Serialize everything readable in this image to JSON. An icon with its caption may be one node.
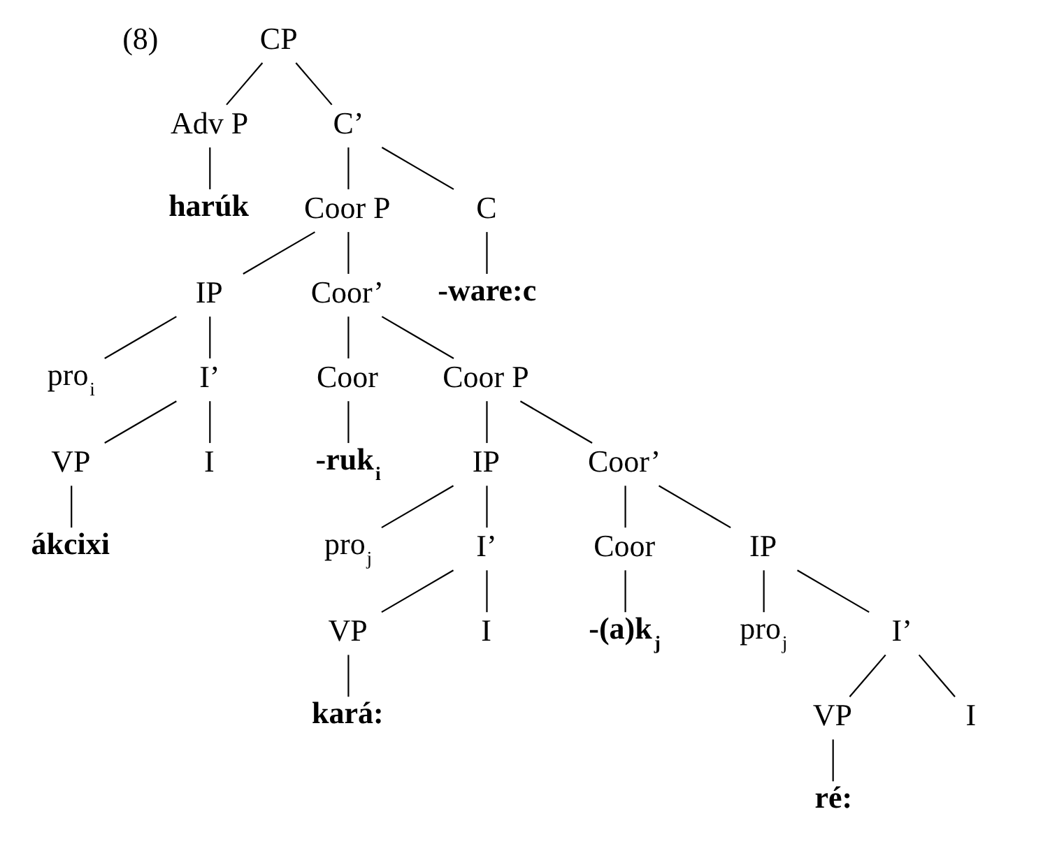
{
  "diagram": {
    "nodes": [
      {
        "text": [
          "CP"
        ]
      },
      {
        "text": [
          "Adv P"
        ]
      },
      {
        "text": [
          "harúk"
        ]
      },
      {
        "text": [
          "C’"
        ]
      },
      {
        "text": [
          "Coor P"
        ]
      },
      {
        "text": [
          "C"
        ]
      },
      {
        "text": [
          "IP"
        ]
      },
      {
        "text": [
          "Coor’"
        ]
      },
      {
        "text": [
          "-ware:c"
        ]
      },
      {
        "text": [
          "pro$_{i}$"
        ]
      },
      {
        "text": [
          "I’"
        ]
      },
      {
        "text": [
          "Coor"
        ]
      },
      {
        "text": [
          "Coor P"
        ]
      },
      {
        "text": [
          "VP"
        ]
      },
      {
        "text": [
          "I"
        ]
      },
      {
        "text": [
          "-ruk$_{i}$"
        ]
      },
      {
        "text": [
          "IP"
        ]
      },
      {
        "text": [
          "Coor’"
        ]
      },
      {
        "text": [
          "ákcixi"
        ]
      },
      {
        "text": [
          "pro$_{j}$"
        ]
      },
      {
        "text": [
          "I’"
        ]
      },
      {
        "text": [
          "Coor"
        ]
      },
      {
        "text": [
          "IP"
        ]
      },
      {
        "text": [
          "VP"
        ]
      },
      {
        "text": [
          "I"
        ]
      },
      {
        "text": [
          "-(a)k$_{j}$"
        ]
      },
      {
        "text": [
          "pro$_{j}$"
        ]
      },
      {
        "text": [
          "I’"
        ]
      },
      {
        "text": [
          "kará:"
        ]
      },
      {
        "text": [
          "VP"
        ]
      },
      {
        "text": [
          "I"
        ]
      },
      {
        "text": [
          "ré:"
        ]
      }
    ],
    "edges": [
      {
        "from": 0,
        "to": 1,
        "arrow": "none"
      },
      {
        "from": 0,
        "to": 3,
        "arrow": "none"
      },
      {
        "from": 1,
        "to": 2,
        "arrow": "none"
      },
      {
        "from": 3,
        "to": 4,
        "arrow": "none"
      },
      {
        "from": 3,
        "to": 5,
        "arrow": "none"
      },
      {
        "from": 4,
        "to": 6,
        "arrow": "none"
      },
      {
        "from": 4,
        "to": 7,
        "arrow": "none"
      },
      {
        "from": 5,
        "to": 8,
        "arrow": "none"
      },
      {
        "from": 6,
        "to": 9,
        "arrow": "none"
      },
      {
        "from": 6,
        "to": 10,
        "arrow": "none"
      },
      {
        "from": 7,
        "to": 11,
        "arrow": "none"
      },
      {
        "from": 7,
        "to": 12,
        "arrow": "none"
      },
      {
        "from": 10,
        "to": 13,
        "arrow": "none"
      },
      {
        "from": 10,
        "to": 14,
        "arrow": "none"
      },
      {
        "from": 11,
        "to": 15,
        "arrow": "none"
      },
      {
        "from": 12,
        "to": 16,
        "arrow": "none"
      },
      {
        "from": 12,
        "to": 17,
        "arrow": "none"
      },
      {
        "from": 13,
        "to": 18,
        "arrow": "none"
      },
      {
        "from": 16,
        "to": 19,
        "arrow": "none"
      },
      {
        "from": 16,
        "to": 20,
        "arrow": "none"
      },
      {
        "from": 17,
        "to": 21,
        "arrow": "none"
      },
      {
        "from": 17,
        "to": 22,
        "arrow": "none"
      },
      {
        "from": 20,
        "to": 23,
        "arrow": "none"
      },
      {
        "from": 20,
        "to": 24,
        "arrow": "none"
      },
      {
        "from": 21,
        "to": 25,
        "arrow": "none"
      },
      {
        "from": 22,
        "to": 26,
        "arrow": "none"
      },
      {
        "from": 22,
        "to": 27,
        "arrow": "none"
      },
      {
        "from": 23,
        "to": 28,
        "arrow": "none"
      },
      {
        "from": 27,
        "to": 29,
        "arrow": "none"
      },
      {
        "from": 27,
        "to": 30,
        "arrow": "none"
      },
      {
        "from": 29,
        "to": 31,
        "arrow": "none"
      }
    ],
    "labels": [
      "(8)"
    ]
  }
}
